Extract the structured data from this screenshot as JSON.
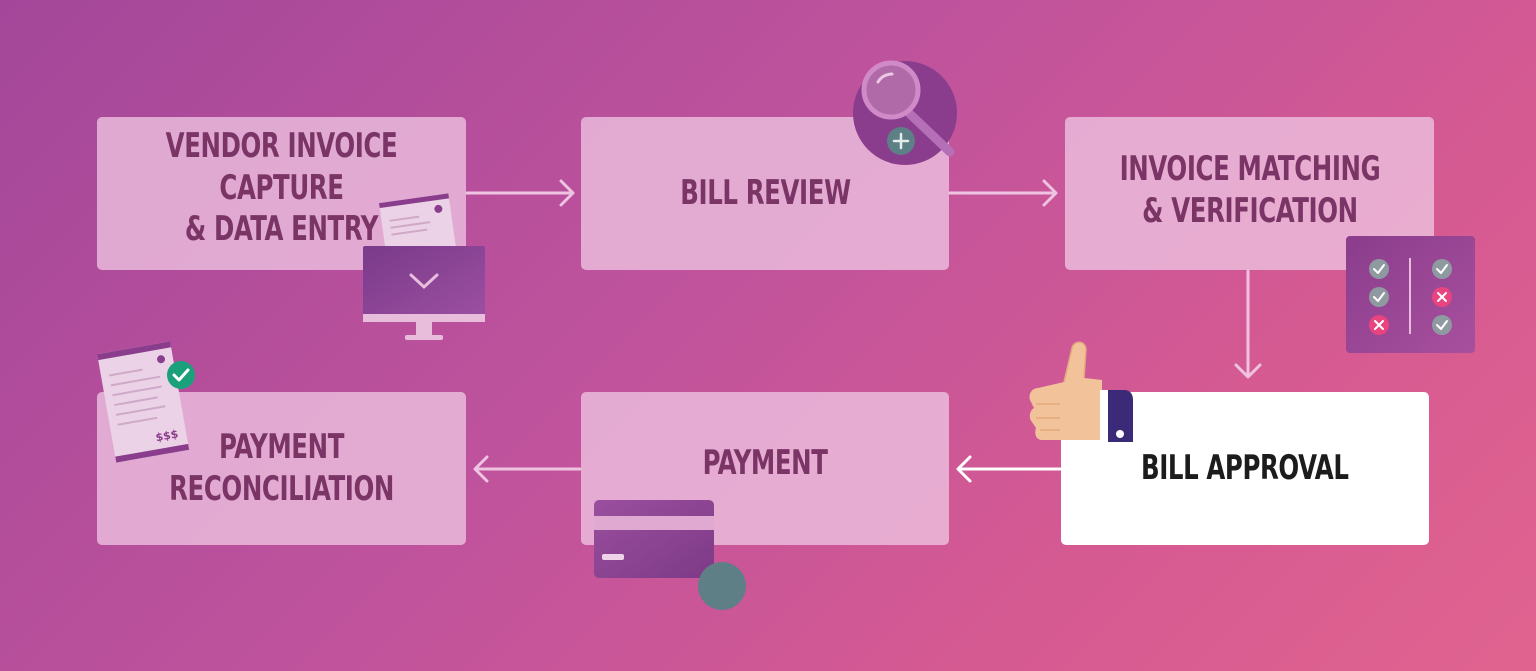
{
  "steps": [
    {
      "id": "capture",
      "label": "VENDOR INVOICE CAPTURE\n& DATA ENTRY"
    },
    {
      "id": "review",
      "label": "BILL REVIEW"
    },
    {
      "id": "matching",
      "label": "INVOICE MATCHING\n& VERIFICATION"
    },
    {
      "id": "approval",
      "label": "BILL APPROVAL",
      "highlighted": true
    },
    {
      "id": "payment",
      "label": "PAYMENT"
    },
    {
      "id": "reconciliation",
      "label": "PAYMENT\nRECONCILIATION"
    }
  ],
  "icons": {
    "receipt_amount": "$$$",
    "monitor": "computer-monitor-icon",
    "magnifier": "magnifier-icon",
    "checklist": "checklist-icon",
    "thumbs_up": "thumbs-up-icon",
    "credit_card": "credit-card-icon",
    "receipt": "receipt-icon"
  },
  "colors": {
    "box": "#eec4e2",
    "highlight_box": "#ffffff",
    "text": "#7a3566",
    "highlight_text": "#1c1c1c",
    "check_green": "#1aa07a",
    "cross_pink": "#e8447f",
    "icon_purple": "#8a3d8c"
  }
}
